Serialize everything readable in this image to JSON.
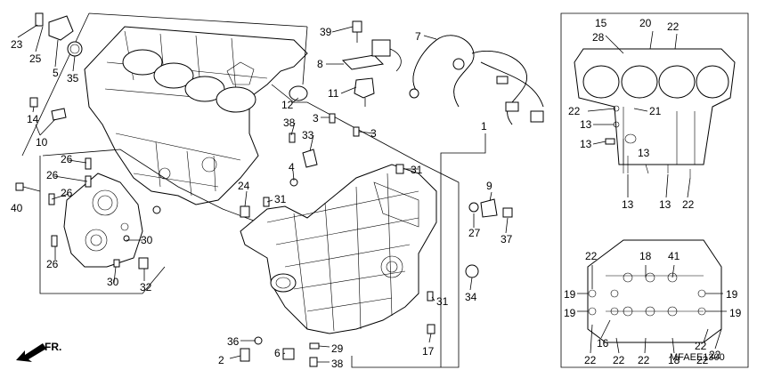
{
  "diagram_code": "MFAEE1300",
  "front_marker": "FR.",
  "callouts": [
    {
      "id": "c23",
      "text": "23"
    },
    {
      "id": "c25",
      "text": "25"
    },
    {
      "id": "c5",
      "text": "5"
    },
    {
      "id": "c35",
      "text": "35"
    },
    {
      "id": "c14",
      "text": "14"
    },
    {
      "id": "c10",
      "text": "10"
    },
    {
      "id": "c26a",
      "text": "26"
    },
    {
      "id": "c26b",
      "text": "26"
    },
    {
      "id": "c26c",
      "text": "26"
    },
    {
      "id": "c26d",
      "text": "26"
    },
    {
      "id": "c40",
      "text": "40"
    },
    {
      "id": "c30a",
      "text": "30"
    },
    {
      "id": "c30b",
      "text": "30"
    },
    {
      "id": "c32",
      "text": "32"
    },
    {
      "id": "c39",
      "text": "39"
    },
    {
      "id": "c8",
      "text": "8"
    },
    {
      "id": "c11",
      "text": "11"
    },
    {
      "id": "c7",
      "text": "7"
    },
    {
      "id": "c12",
      "text": "12"
    },
    {
      "id": "c38a",
      "text": "38"
    },
    {
      "id": "c3a",
      "text": "3"
    },
    {
      "id": "c3b",
      "text": "3"
    },
    {
      "id": "c33",
      "text": "33"
    },
    {
      "id": "c1",
      "text": "1"
    },
    {
      "id": "c4",
      "text": "4"
    },
    {
      "id": "c31a",
      "text": "31"
    },
    {
      "id": "c24",
      "text": "24"
    },
    {
      "id": "c31b",
      "text": "31"
    },
    {
      "id": "c9",
      "text": "9"
    },
    {
      "id": "c27",
      "text": "27"
    },
    {
      "id": "c37",
      "text": "37"
    },
    {
      "id": "c34",
      "text": "34"
    },
    {
      "id": "c31c",
      "text": "31"
    },
    {
      "id": "c17",
      "text": "17"
    },
    {
      "id": "c36",
      "text": "36"
    },
    {
      "id": "c2",
      "text": "2"
    },
    {
      "id": "c6",
      "text": "6"
    },
    {
      "id": "c29",
      "text": "29"
    },
    {
      "id": "c38b",
      "text": "38"
    },
    {
      "id": "c15",
      "text": "15"
    },
    {
      "id": "c20",
      "text": "20"
    },
    {
      "id": "c22a",
      "text": "22"
    },
    {
      "id": "c28",
      "text": "28"
    },
    {
      "id": "c22b",
      "text": "22"
    },
    {
      "id": "c21",
      "text": "21"
    },
    {
      "id": "c13a",
      "text": "13"
    },
    {
      "id": "c13b",
      "text": "13"
    },
    {
      "id": "c13c",
      "text": "13"
    },
    {
      "id": "c13d",
      "text": "13"
    },
    {
      "id": "c13e",
      "text": "13"
    },
    {
      "id": "c22c",
      "text": "22"
    },
    {
      "id": "c22d",
      "text": "22"
    },
    {
      "id": "c18a",
      "text": "18"
    },
    {
      "id": "c41",
      "text": "41"
    },
    {
      "id": "c19a",
      "text": "19"
    },
    {
      "id": "c19b",
      "text": "19"
    },
    {
      "id": "c19c",
      "text": "19"
    },
    {
      "id": "c19d",
      "text": "19"
    },
    {
      "id": "c16",
      "text": "16"
    },
    {
      "id": "c22e",
      "text": "22"
    },
    {
      "id": "c22f",
      "text": "22"
    },
    {
      "id": "c22g",
      "text": "22"
    },
    {
      "id": "c22h",
      "text": "22"
    },
    {
      "id": "c18b",
      "text": "18"
    },
    {
      "id": "c22i",
      "text": "22"
    },
    {
      "id": "c22j",
      "text": "22"
    }
  ]
}
